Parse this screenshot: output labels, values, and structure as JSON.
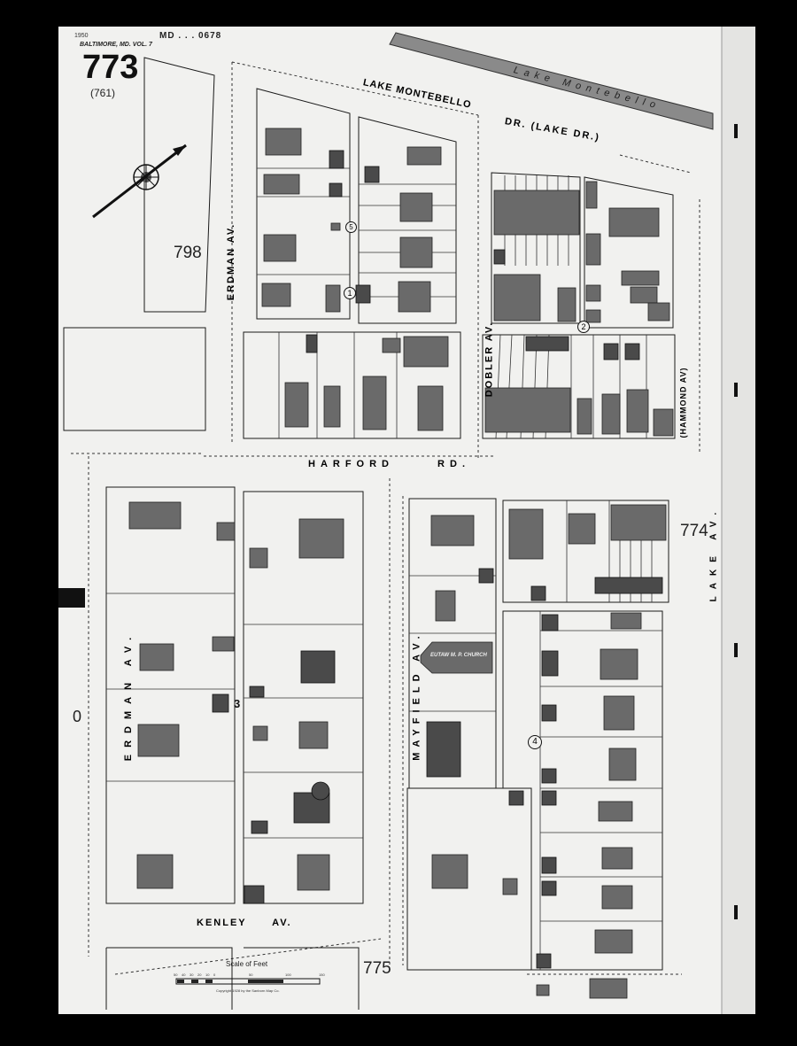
{
  "sheet": {
    "page_number": "773",
    "previous_page": "(761)",
    "volume": "BALTIMORE, MD. VOL. 7",
    "stamp": "MD . . . 0678",
    "corner_mark": "1950"
  },
  "water": {
    "lake_label": "Lake Montebello"
  },
  "streets": {
    "lake_montebello": "LAKE MONTEBELLO",
    "lake_dr": "DR. (LAKE DR.)",
    "erdman_north": "ERDMAN AV.",
    "erdman_south": "ERDMAN AV.",
    "dobler": "DOBLER AV.",
    "harford": "HARFORD RD.",
    "hammond": "(HAMMOND AV)",
    "lake_av": "LAKE AV.",
    "mayfield": "MAYFIELD AV.",
    "kenley": "KENLEY AV."
  },
  "adjacent_sheets": {
    "west": "798",
    "east": "774",
    "south": "775",
    "left_edge": "0"
  },
  "landmarks": {
    "church": "EUTAW M. P. CHURCH"
  },
  "circled_numbers": [
    "1",
    "2",
    "3",
    "4",
    "5"
  ],
  "scale": {
    "title": "Scale of Feet",
    "ticks": [
      "50",
      "40",
      "30",
      "20",
      "10",
      "0",
      "50",
      "100",
      "150"
    ],
    "copyright": "Copyright 1928 by the Sanborn Map Co."
  },
  "colors": {
    "paper": "#f2f2f0",
    "building": "#6a6a6a",
    "background": "#000000"
  }
}
